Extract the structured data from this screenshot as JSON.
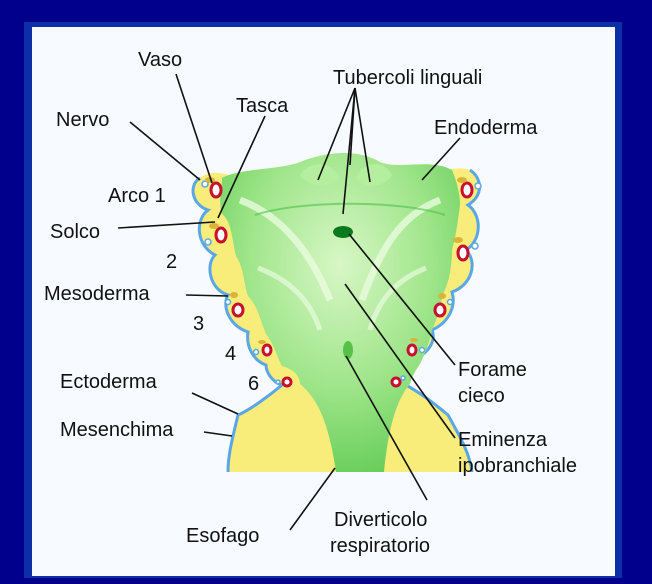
{
  "labels": {
    "vaso": "Vaso",
    "tubercoli": "Tubercoli linguali",
    "nervo": "Nervo",
    "tasca": "Tasca",
    "endoderma": "Endoderma",
    "arco1": "Arco 1",
    "solco": "Solco",
    "n2": "2",
    "mesoderma": "Mesoderma",
    "n3": "3",
    "n4": "4",
    "n6": "6",
    "ectoderma": "Ectoderma",
    "mesenchima": "Mesenchima",
    "forame1": "Forame",
    "forame2": "cieco",
    "eminenza1": "Eminenza",
    "eminenza2": "ipobranchiale",
    "esofago": "Esofago",
    "diverticolo1": "Diverticolo",
    "diverticolo2": "respiratorio"
  },
  "colors": {
    "background": "#00008c",
    "frame": "#0c2fa8",
    "panel": "#f7fbff",
    "endoderm_green": "#7fdc6a",
    "light_green": "#c8f2b4",
    "mesenchyme_yellow": "#f8ec7a",
    "ectoderm_blue": "#5aa7e8",
    "vessel_red": "#c8102e",
    "foramen": "#0a7a1e"
  }
}
